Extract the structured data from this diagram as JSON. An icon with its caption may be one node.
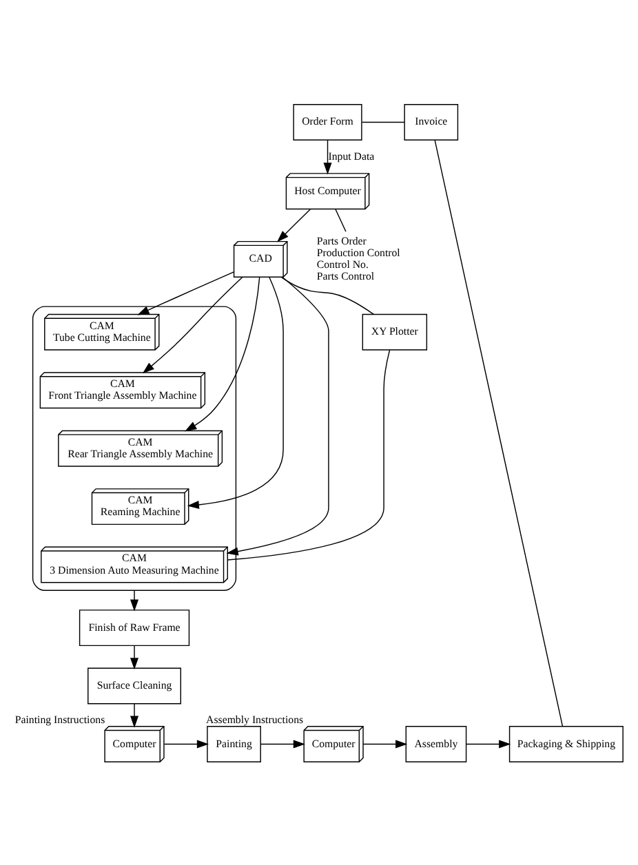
{
  "diagram": {
    "nodes": [
      {
        "text": [
          "Order Form"
        ]
      },
      {
        "text": [
          "Host Computer"
        ]
      },
      {
        "text": [
          "CAD"
        ]
      },
      {
        "text": [],
        "shape": "box"
      },
      {
        "text": [
          "CAM",
          "Tube Cutting Machine"
        ],
        "in": 3
      },
      {
        "text": [
          "CAM",
          "Front Triangle Assembly Machine"
        ],
        "in": 3
      },
      {
        "text": [
          "CAM",
          "Rear Triangle Assembly Machine"
        ],
        "in": 3
      },
      {
        "text": [
          "CAM",
          "Reaming Machine"
        ],
        "in": 3
      },
      {
        "text": [
          "CAM",
          "3 Dimension Auto Measuring Machine"
        ],
        "in": 3
      },
      {
        "text": [
          "XY Plotter"
        ]
      },
      {
        "text": [
          "Finish of Raw Frame"
        ]
      },
      {
        "text": [
          "Surface Cleaning"
        ]
      },
      {
        "text": [
          "Computer"
        ],
        "beside": [
          "Painting Instructions"
        ]
      },
      {
        "text": [
          "Painting"
        ]
      },
      {
        "text": [
          "Computer"
        ],
        "beside": [
          "Assembly Instructions"
        ]
      },
      {
        "text": [
          "Assembly"
        ]
      },
      {
        "text": [
          "Packaging & Shipping"
        ]
      },
      {
        "text": [
          "Invoice"
        ]
      }
    ],
    "edges": [
      {
        "from": 0,
        "to": 1,
        "arrow": "to",
        "label": "Input Data"
      },
      {
        "from": 1,
        "to": 2,
        "arrow": "to"
      },
      {
        "from": 2,
        "to": 4,
        "arrow": "to"
      },
      {
        "from": 2,
        "to": 5,
        "arrow": "to"
      },
      {
        "from": 2,
        "to": 6,
        "arrow": "to"
      },
      {
        "from": 2,
        "to": 7,
        "arrow": "to"
      },
      {
        "from": 2,
        "to": 8,
        "arrow": "to"
      },
      {
        "from": 2,
        "to": 9,
        "arrow": "none"
      },
      {
        "from": 9,
        "to": 8,
        "arrow": "none"
      },
      {
        "from": 3,
        "to": 10,
        "arrow": "to"
      },
      {
        "from": 10,
        "to": 11,
        "arrow": "to"
      },
      {
        "from": 11,
        "to": 12,
        "arrow": "to"
      },
      {
        "from": 12,
        "to": 13,
        "arrow": "to"
      },
      {
        "from": 13,
        "to": 14,
        "arrow": "to"
      },
      {
        "from": 14,
        "to": 15,
        "arrow": "to"
      },
      {
        "from": 15,
        "to": 16,
        "arrow": "to"
      },
      {
        "from": 16,
        "to": 17,
        "arrow": "none"
      },
      {
        "from": 17,
        "to": 0,
        "arrow": "none"
      }
    ],
    "labels": [
      "Parts Order",
      "Production Control",
      "Control No.",
      "Parts Control"
    ]
  }
}
